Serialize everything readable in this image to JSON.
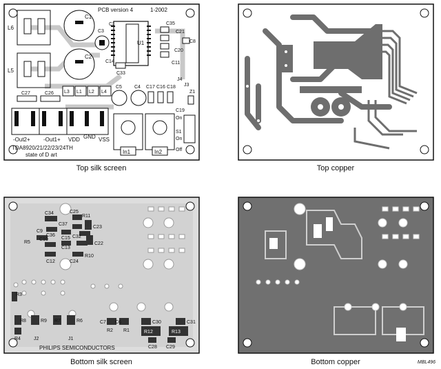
{
  "figure_id": "MBL496",
  "panels": {
    "top_silk": {
      "caption": "Top silk screen",
      "header_left": "PCB version 4",
      "header_right": "1-2002",
      "components": [
        "L6",
        "L5",
        "C1",
        "C2",
        "C3",
        "C38",
        "U1",
        "C35",
        "C21",
        "C8",
        "C20",
        "C11",
        "C14",
        "C33",
        "C27",
        "C26",
        "L3",
        "L1",
        "L2",
        "L4",
        "C5",
        "C4",
        "C17",
        "C16",
        "C18",
        "J4",
        "J3",
        "Z1",
        "C19",
        "S1"
      ],
      "labels": {
        "out2": "-Out2+",
        "out1": "-Out1+",
        "vdd": "VDD",
        "gnd": "GND",
        "vss": "VSS",
        "on1": "On",
        "on2": "On",
        "off": "Off",
        "in1": "In1",
        "in2": "In2",
        "model": "TDA8920/21/22/23/24TH",
        "subtitle": "state of D art"
      }
    },
    "top_copper": {
      "caption": "Top copper"
    },
    "bottom_silk": {
      "caption": "Bottom silk screen",
      "components": [
        "C34",
        "C25",
        "R11",
        "C37",
        "C23",
        "C9",
        "C36",
        "C32",
        "C22",
        "R5",
        "C10",
        "C15",
        "C13",
        "C12",
        "C24",
        "R10",
        "R3",
        "R8",
        "R9",
        "R7",
        "R6",
        "R4",
        "J2",
        "J1",
        "C7",
        "C6",
        "R2",
        "R1",
        "C30",
        "C31",
        "R12",
        "R13",
        "C28",
        "C29"
      ],
      "manufacturer": "PHILIPS SEMICONDUCTORS"
    },
    "bottom_copper": {
      "caption": "Bottom copper"
    }
  }
}
